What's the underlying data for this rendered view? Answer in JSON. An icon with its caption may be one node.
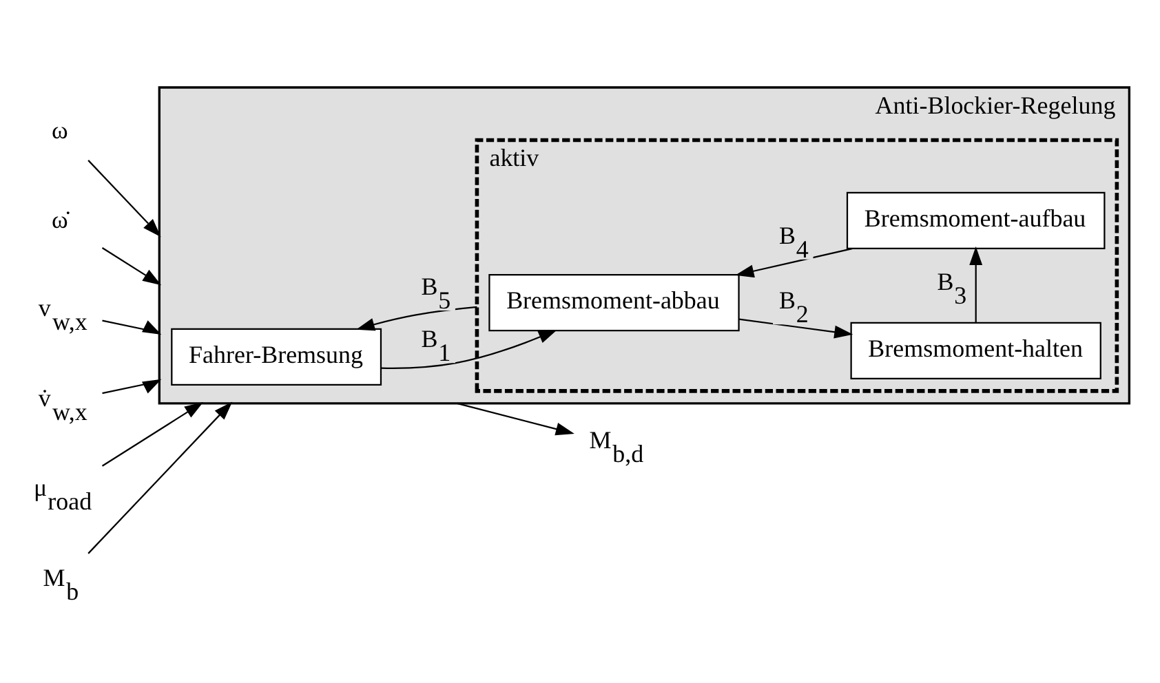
{
  "diagram": {
    "nodes": [
      {
        "text": [
          "Anti-Blockier-Regelung"
        ]
      },
      {
        "text": [
          "Fahrer-Bremsung"
        ],
        "in": 0
      },
      {
        "text": [
          "aktiv"
        ],
        "in": 0
      },
      {
        "text": [
          "Bremsmoment-abbau"
        ],
        "in": 2
      },
      {
        "text": [
          "Bremsmoment-aufbau"
        ],
        "in": 2
      },
      {
        "text": [
          "Bremsmoment-halten"
        ],
        "in": 2
      },
      {
        "text": [
          "ω"
        ]
      },
      {
        "text": [
          "ω̇"
        ]
      },
      {
        "text": [
          "v$_{w,x}$"
        ]
      },
      {
        "text": [
          "v̇$_{w,x}$"
        ]
      },
      {
        "text": [
          "μ$_{road}$"
        ]
      },
      {
        "text": [
          "M$_{b}$"
        ]
      },
      {
        "text": [
          "M$_{b,d}$"
        ]
      }
    ],
    "edges": [
      {
        "from": 6,
        "to": 0,
        "arrow": "to"
      },
      {
        "from": 7,
        "to": 0,
        "arrow": "to"
      },
      {
        "from": 8,
        "to": 0,
        "arrow": "to"
      },
      {
        "from": 9,
        "to": 0,
        "arrow": "to"
      },
      {
        "from": 10,
        "to": 0,
        "arrow": "to"
      },
      {
        "from": 11,
        "to": 0,
        "arrow": "to"
      },
      {
        "from": 2,
        "to": 1,
        "arrow": "to",
        "label": "B$_{5}$"
      },
      {
        "from": 1,
        "to": 3,
        "arrow": "to",
        "label": "B$_{1}$"
      },
      {
        "from": 3,
        "to": 5,
        "arrow": "to",
        "label": "B$_{2}$"
      },
      {
        "from": 5,
        "to": 4,
        "arrow": "to",
        "label": "B$_{3}$"
      },
      {
        "from": 4,
        "to": 3,
        "arrow": "to",
        "label": "B$_{4}$"
      },
      {
        "from": 0,
        "to": 12,
        "arrow": "to"
      }
    ]
  }
}
